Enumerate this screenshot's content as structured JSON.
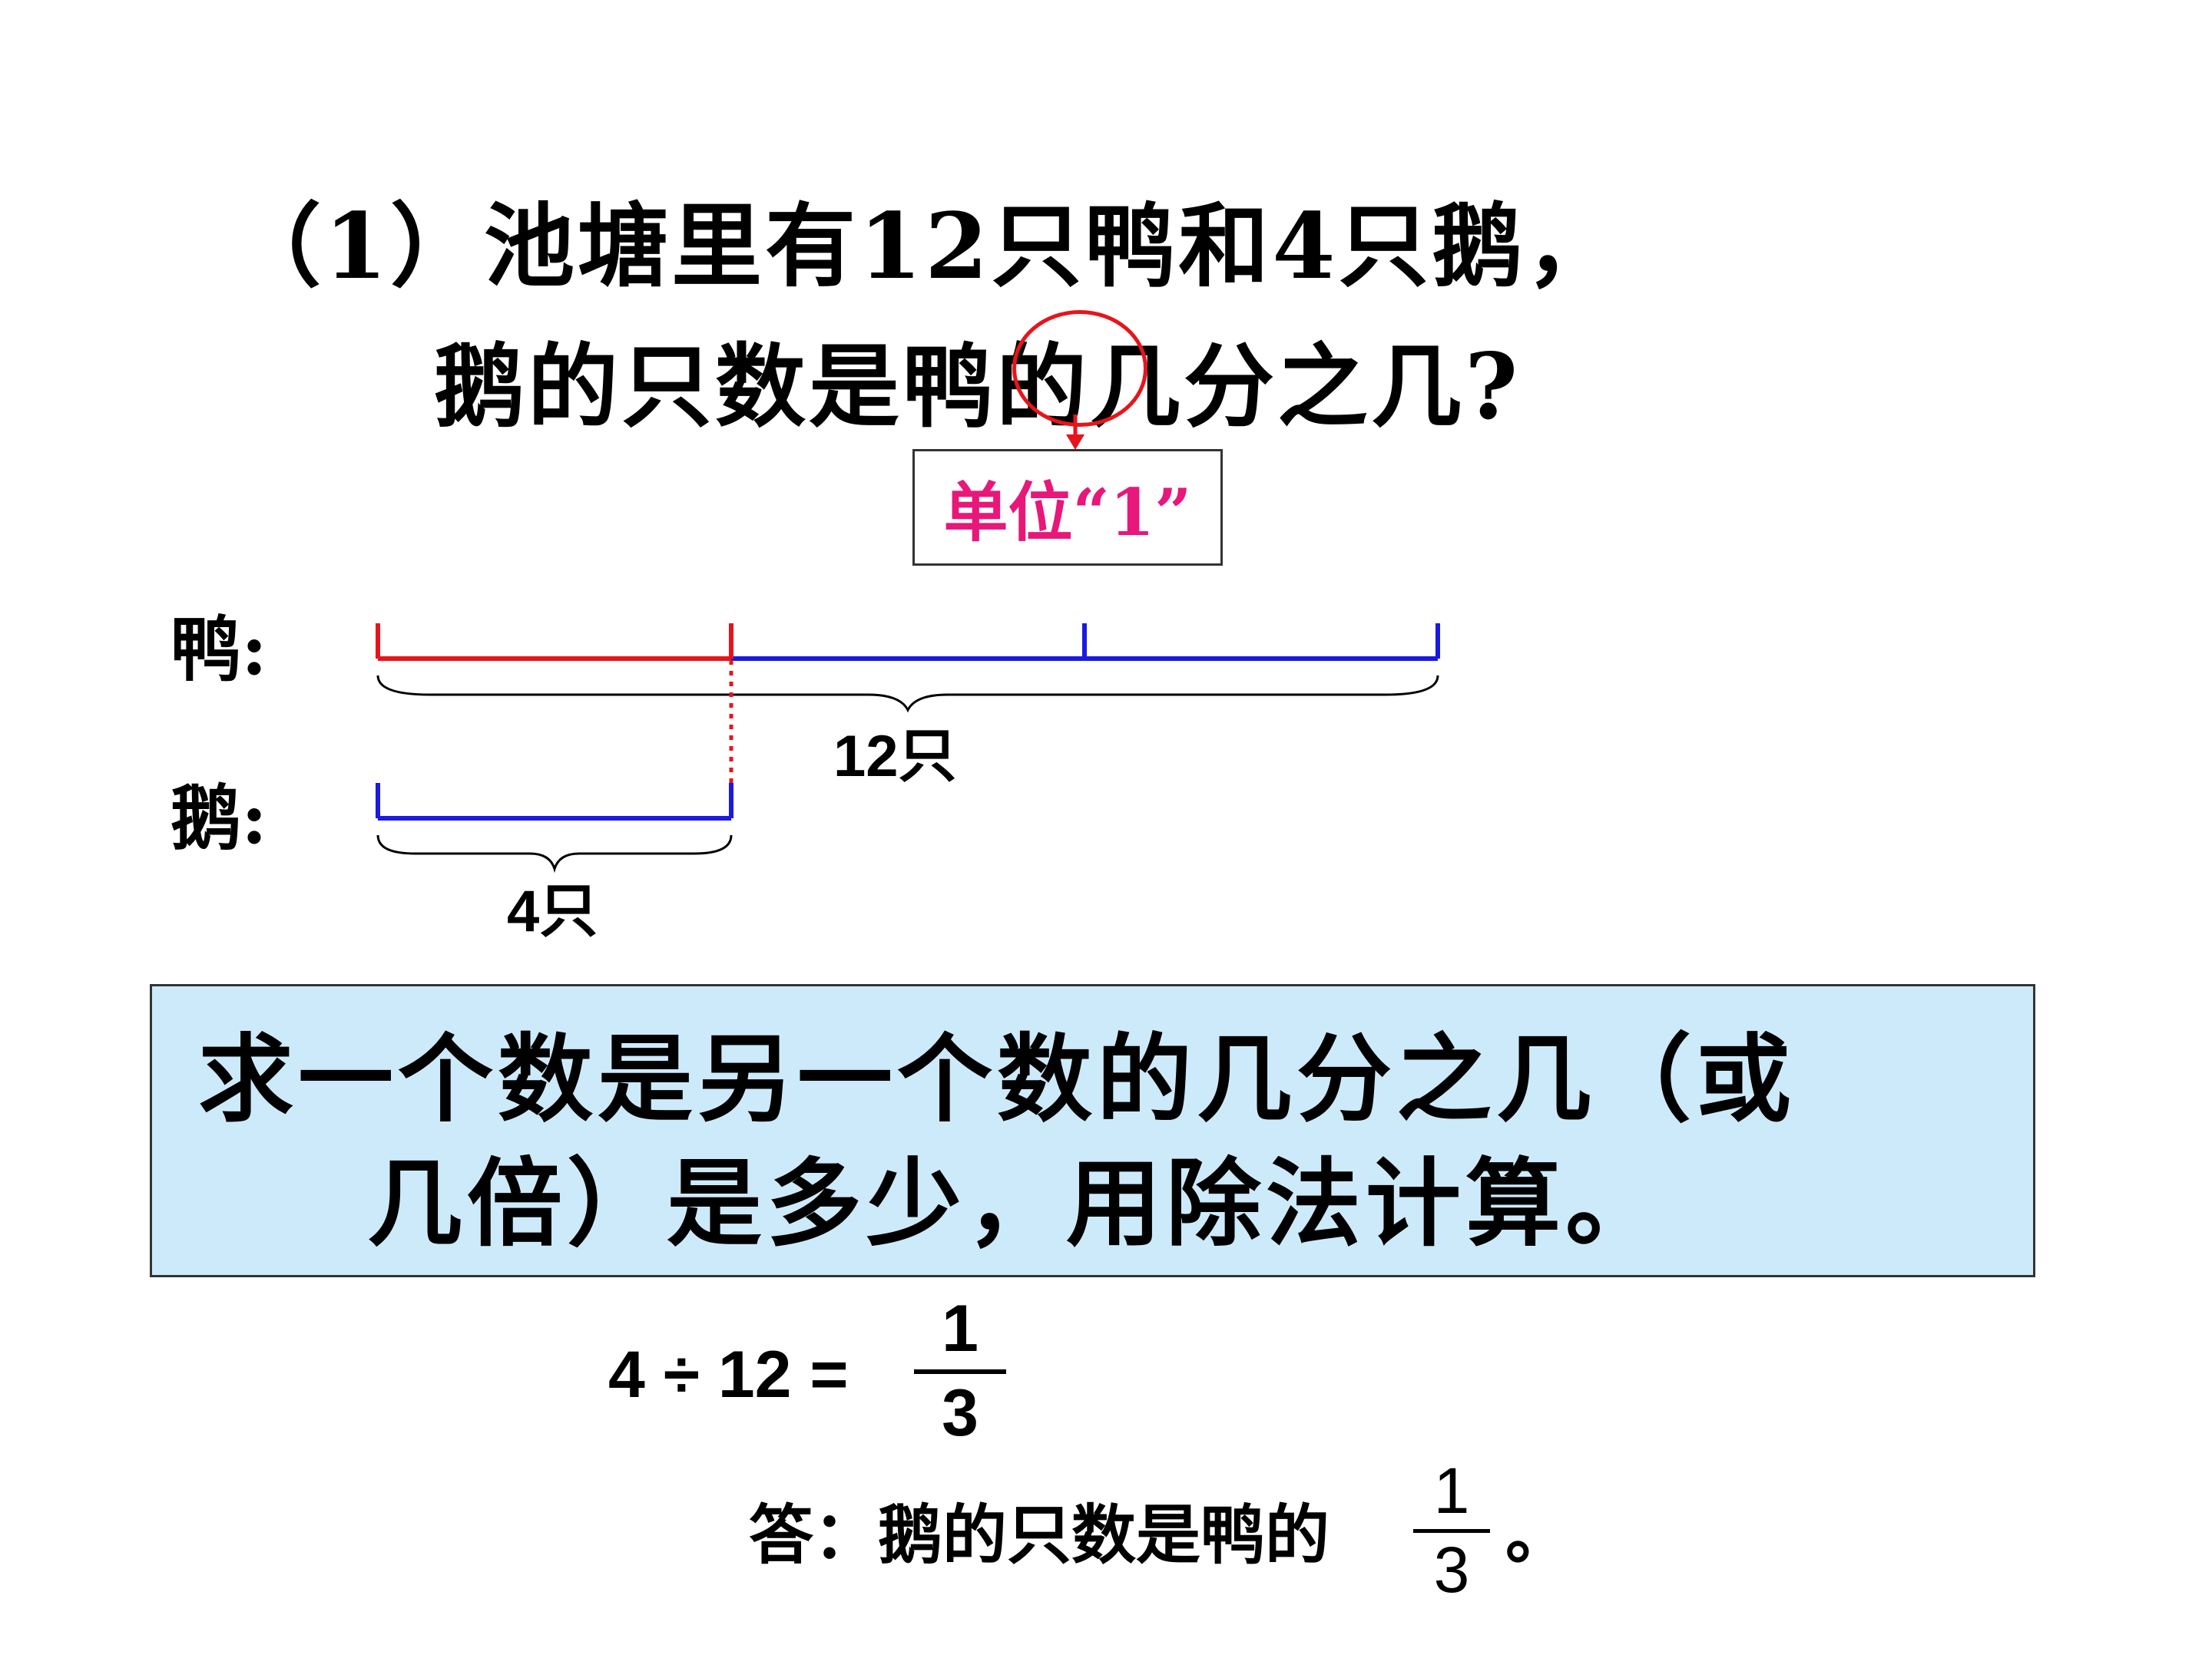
{
  "question": {
    "line1": "（1）池塘里有12只鸭和4只鹅，",
    "line2": "鹅的只数是鸭的几分之几?"
  },
  "unit_label": "单位“1”",
  "diagram": {
    "duck_label": "鸭:",
    "goose_label": "鹅:",
    "duck_total": "12只",
    "goose_total": "4只",
    "duck_segments": 3,
    "goose_segments": 1,
    "colors": {
      "highlight": "#e8141b",
      "segment": "#1a1ae0",
      "unit_text": "#e8177a"
    }
  },
  "rule": {
    "line1": "求一个数是另一个数的几分之几（或",
    "line2": "几倍）是多少，用除法计算。"
  },
  "equation": {
    "lhs": "4 ÷ 12 =",
    "numerator": "1",
    "denominator": "3"
  },
  "answer": {
    "text": "答：鹅的只数是鸭的",
    "numerator": "1",
    "denominator": "3",
    "end": "。"
  }
}
